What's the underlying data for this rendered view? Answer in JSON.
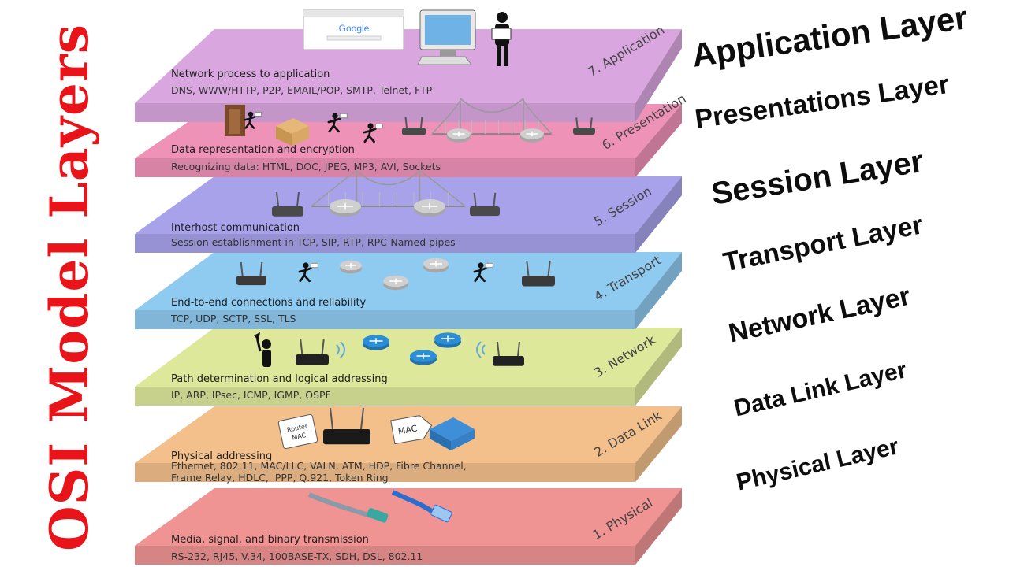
{
  "side_title": "OSI Model Layers",
  "browser_logo": "Google",
  "right_labels": [
    "Application Layer",
    "Presentations Layer",
    "Session Layer",
    "Transport Layer",
    "Network Layer",
    "Data Link Layer",
    "Physical Layer"
  ],
  "layers": [
    {
      "name": "7. Application",
      "description": "Network process to application",
      "protocols": "DNS, WWW/HTTP, P2P, EMAIL/POP, SMTP, Telnet, FTP",
      "color": "#d9a6df"
    },
    {
      "name": "6. Presentation",
      "description": "Data representation and encryption",
      "protocols": "Recognizing data: HTML, DOC, JPEG, MP3, AVI, Sockets",
      "color": "#ef92b8"
    },
    {
      "name": "5. Session",
      "description": "Interhost communication",
      "protocols": "Session establishment in TCP, SIP, RTP, RPC-Named pipes",
      "color": "#a7a2ea"
    },
    {
      "name": "4. Transport",
      "description": "End-to-end connections and reliability",
      "protocols": "TCP, UDP, SCTP, SSL, TLS",
      "color": "#8fcaf0"
    },
    {
      "name": "3. Network",
      "description": "Path determination and logical addressing",
      "protocols": "IP, ARP, IPsec, ICMP, IGMP, OSPF",
      "color": "#dde89b"
    },
    {
      "name": "2. Data Link",
      "description": "Physical addressing",
      "protocols": "Ethernet, 802.11, MAC/LLC, VALN, ATM, HDP, Fibre Channel,\nFrame Relay, HDLC,  PPP, Q.921, Token Ring",
      "color": "#f3c08c"
    },
    {
      "name": "1. Physical",
      "description": "Media, signal, and binary transmission",
      "protocols": "RS-232, RJ45, V.34, 100BASE-TX, SDH, DSL, 802.11",
      "color": "#ef9393"
    }
  ],
  "tags": {
    "router_mac": "Router\nMAC",
    "mac": "MAC"
  }
}
